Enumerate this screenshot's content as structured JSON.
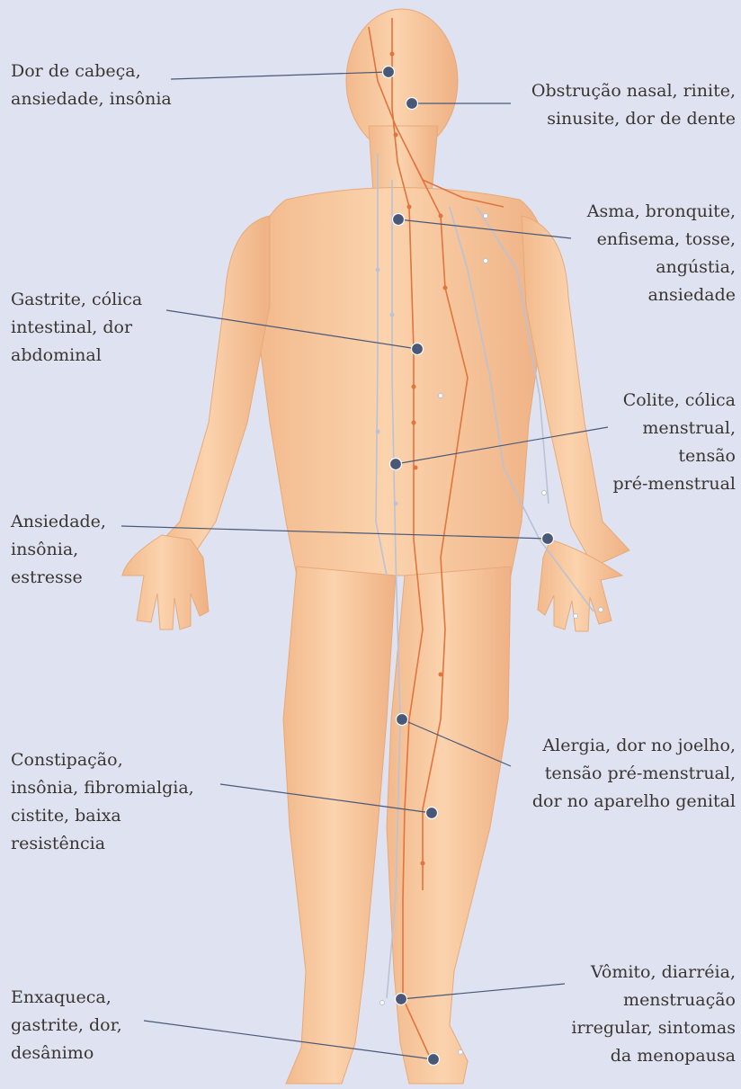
{
  "colors": {
    "background": "#dfe3f1",
    "skin": "#f7c9a0",
    "skin_shadow": "#eab085",
    "meridian_orange": "#e2743e",
    "meridian_gray": "#b9c2d6",
    "point_fill": "#4a5878",
    "leader_line": "#4a5878",
    "text": "#3a3531"
  },
  "annotations": [
    {
      "lines": [
        "Dor de cabeça,",
        "ansiedade, insônia"
      ],
      "side": "left"
    },
    {
      "lines": [
        "Obstrução nasal, rinite,",
        "sinusite, dor de dente"
      ],
      "side": "right"
    },
    {
      "lines": [
        "Asma, bronquite,",
        "enfisema, tosse,",
        "angústia,",
        "ansiedade"
      ],
      "side": "right"
    },
    {
      "lines": [
        "Gastrite, cólica",
        "intestinal, dor",
        "abdominal"
      ],
      "side": "left"
    },
    {
      "lines": [
        "Colite, cólica",
        "menstrual,",
        "tensão",
        "pré-menstrual"
      ],
      "side": "right"
    },
    {
      "lines": [
        "Ansiedade,",
        "insônia,",
        "estresse"
      ],
      "side": "left"
    },
    {
      "lines": [
        "Alergia, dor no joelho,",
        "tensão pré-menstrual,",
        "dor no aparelho genital"
      ],
      "side": "right"
    },
    {
      "lines": [
        "Constipação,",
        "insônia, fibromialgia,",
        "cistite, baixa",
        "resistência"
      ],
      "side": "left"
    },
    {
      "lines": [
        "Vômito, diarréia,",
        "menstruação",
        "irregular, sintomas",
        "da menopausa"
      ],
      "side": "right"
    },
    {
      "lines": [
        "Enxaqueca,",
        "gastrite, dor,",
        "desânimo"
      ],
      "side": "left"
    }
  ]
}
